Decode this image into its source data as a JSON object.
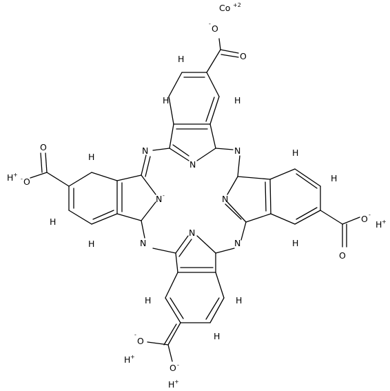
{
  "molecule": {
    "metal": {
      "label": "Co",
      "charge": "+2"
    },
    "counter_ion": {
      "label": "H",
      "charge": "+"
    },
    "atoms": {
      "nitrogen": "N",
      "hydrogen": "H",
      "oxygen": "O",
      "anion_sup": "-"
    }
  }
}
